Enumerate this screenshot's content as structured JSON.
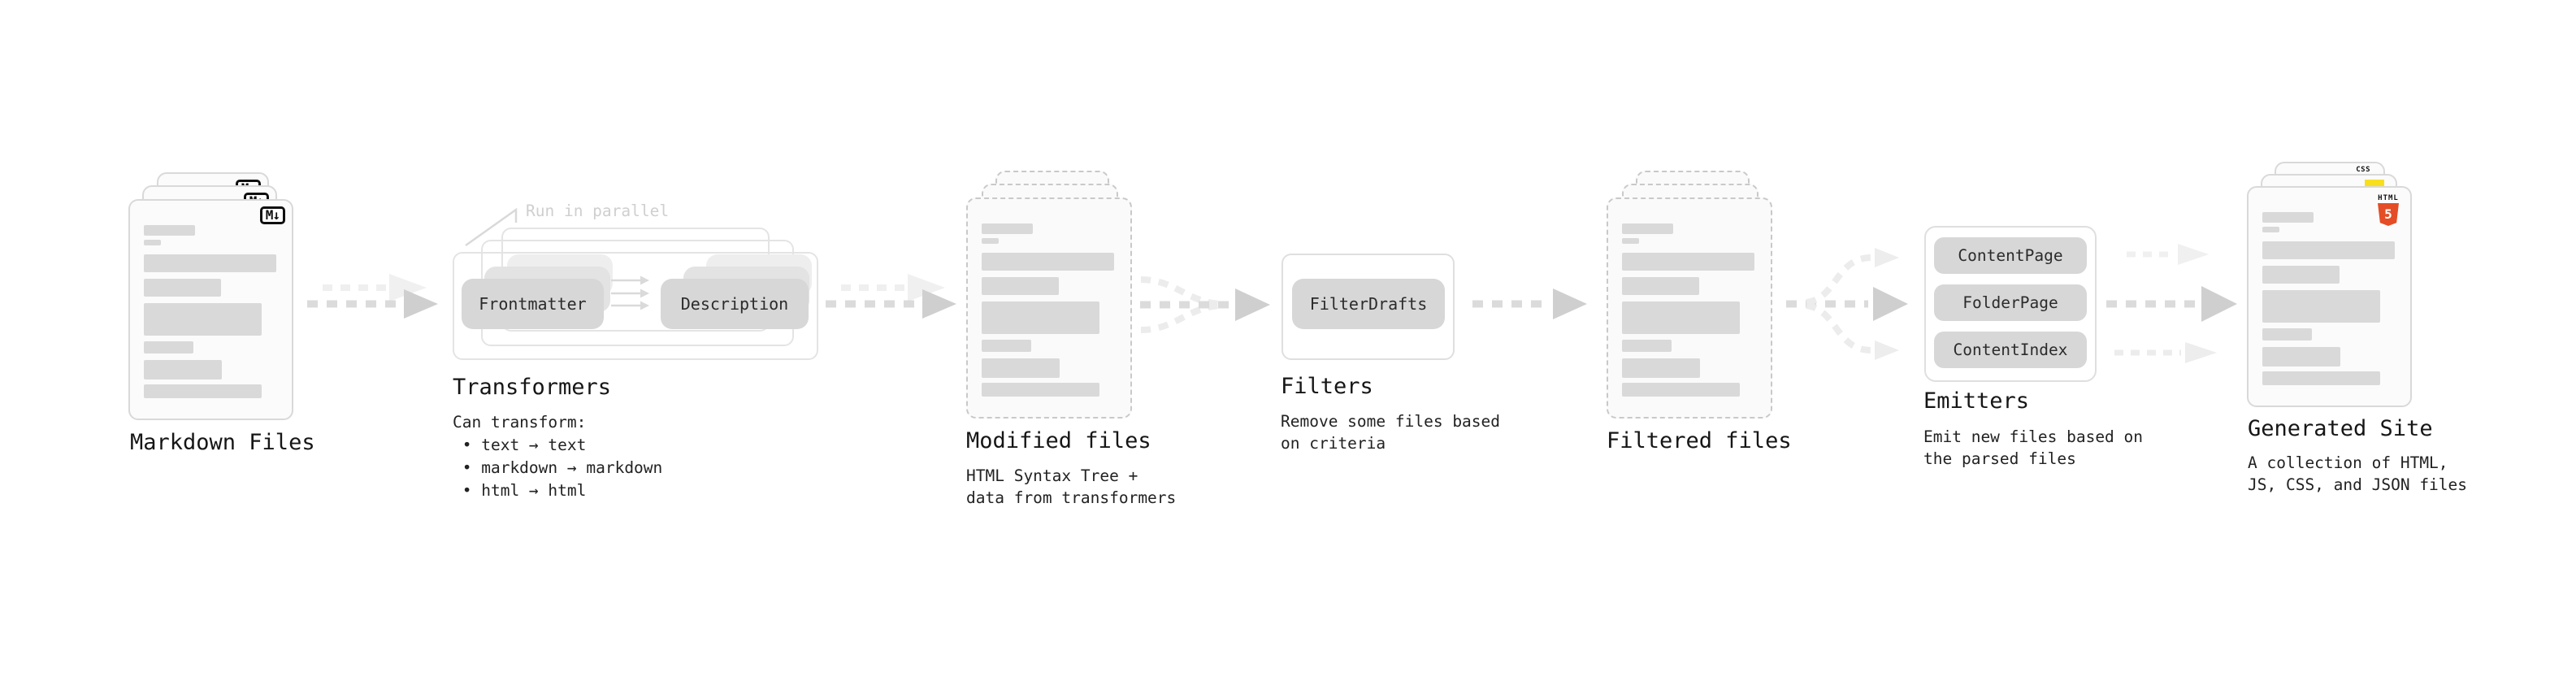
{
  "nodes": {
    "markdown_files": {
      "label": "Markdown Files",
      "badge": "M↓"
    },
    "transformers": {
      "label": "Transformers",
      "annotation": "Run in parallel",
      "pills": [
        "Frontmatter",
        "Description"
      ],
      "desc": [
        "Can transform:",
        " • text → text",
        " • markdown → markdown",
        " • html → html"
      ]
    },
    "modified_files": {
      "label": "Modified files",
      "desc": [
        "HTML Syntax Tree +",
        "data from transformers"
      ]
    },
    "filters": {
      "label": "Filters",
      "pill": "FilterDrafts",
      "desc": [
        "Remove some files based",
        "on criteria"
      ]
    },
    "filtered_files": {
      "label": "Filtered files"
    },
    "emitters": {
      "label": "Emitters",
      "pills": [
        "ContentPage",
        "FolderPage",
        "ContentIndex"
      ],
      "desc": [
        "Emit new files based on",
        "the parsed files"
      ]
    },
    "generated_site": {
      "label": "Generated Site",
      "css_badge": "CSS",
      "html_badge_title": "HTML",
      "html_badge_number": "5",
      "desc": [
        "A collection of HTML,",
        "JS, CSS, and JSON files"
      ]
    }
  },
  "icons": {
    "markdown": "M↓ boxed glyph",
    "html5": "orange shield with 5",
    "js": "yellow square",
    "css": "CSS with blue underline"
  },
  "colors": {
    "html5_orange": "#e44d26",
    "js_yellow": "#f7df1e",
    "css_blue": "#2d5be3",
    "pill_gray": "#d7d7d7",
    "annotation_gray": "#cfcfcf",
    "arrow_strong": "#dbdbdb",
    "arrow_faint": "#efefef",
    "skeleton_bar": "#d9d9d9"
  }
}
